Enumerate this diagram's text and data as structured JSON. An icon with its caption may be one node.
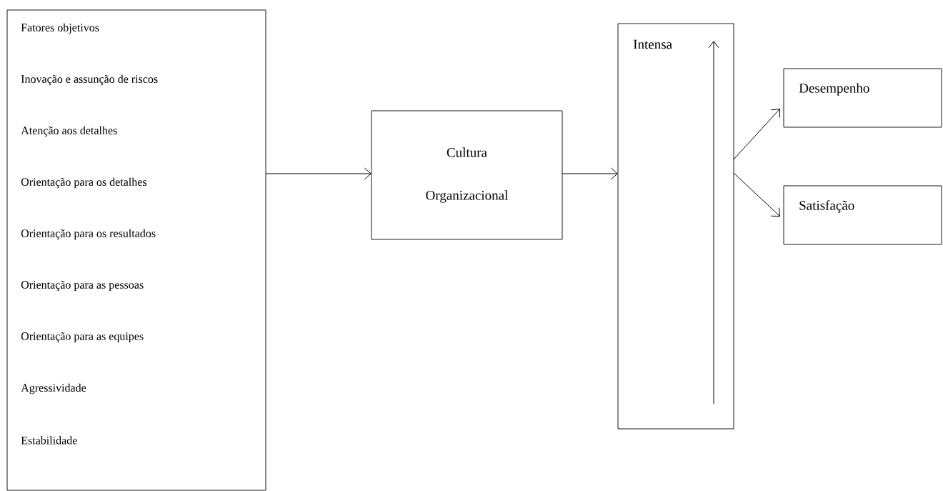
{
  "diagram": {
    "nodes": [
      {
        "text": [
          "Fatores objetivos",
          "Inovação e assunção de riscos",
          "Atenção aos detalhes",
          "Orientação para os detalhes",
          "Orientação para os resultados",
          "Orientação para as pessoas",
          "Orientação para as equipes",
          "Agressividade",
          "Estabilidade"
        ]
      },
      {
        "text": [
          "Cultura Organizacional"
        ]
      },
      {
        "text": [
          "Intensa"
        ]
      },
      {
        "text": [
          "Desempenho"
        ]
      },
      {
        "text": [
          "Satisfação"
        ]
      }
    ],
    "edges": [
      {
        "from": 0,
        "to": 1,
        "arrow": "to"
      },
      {
        "from": 1,
        "to": 2,
        "arrow": "to"
      },
      {
        "from": 2,
        "to": 3,
        "arrow": "to"
      },
      {
        "from": 2,
        "to": 4,
        "arrow": "to"
      }
    ]
  }
}
